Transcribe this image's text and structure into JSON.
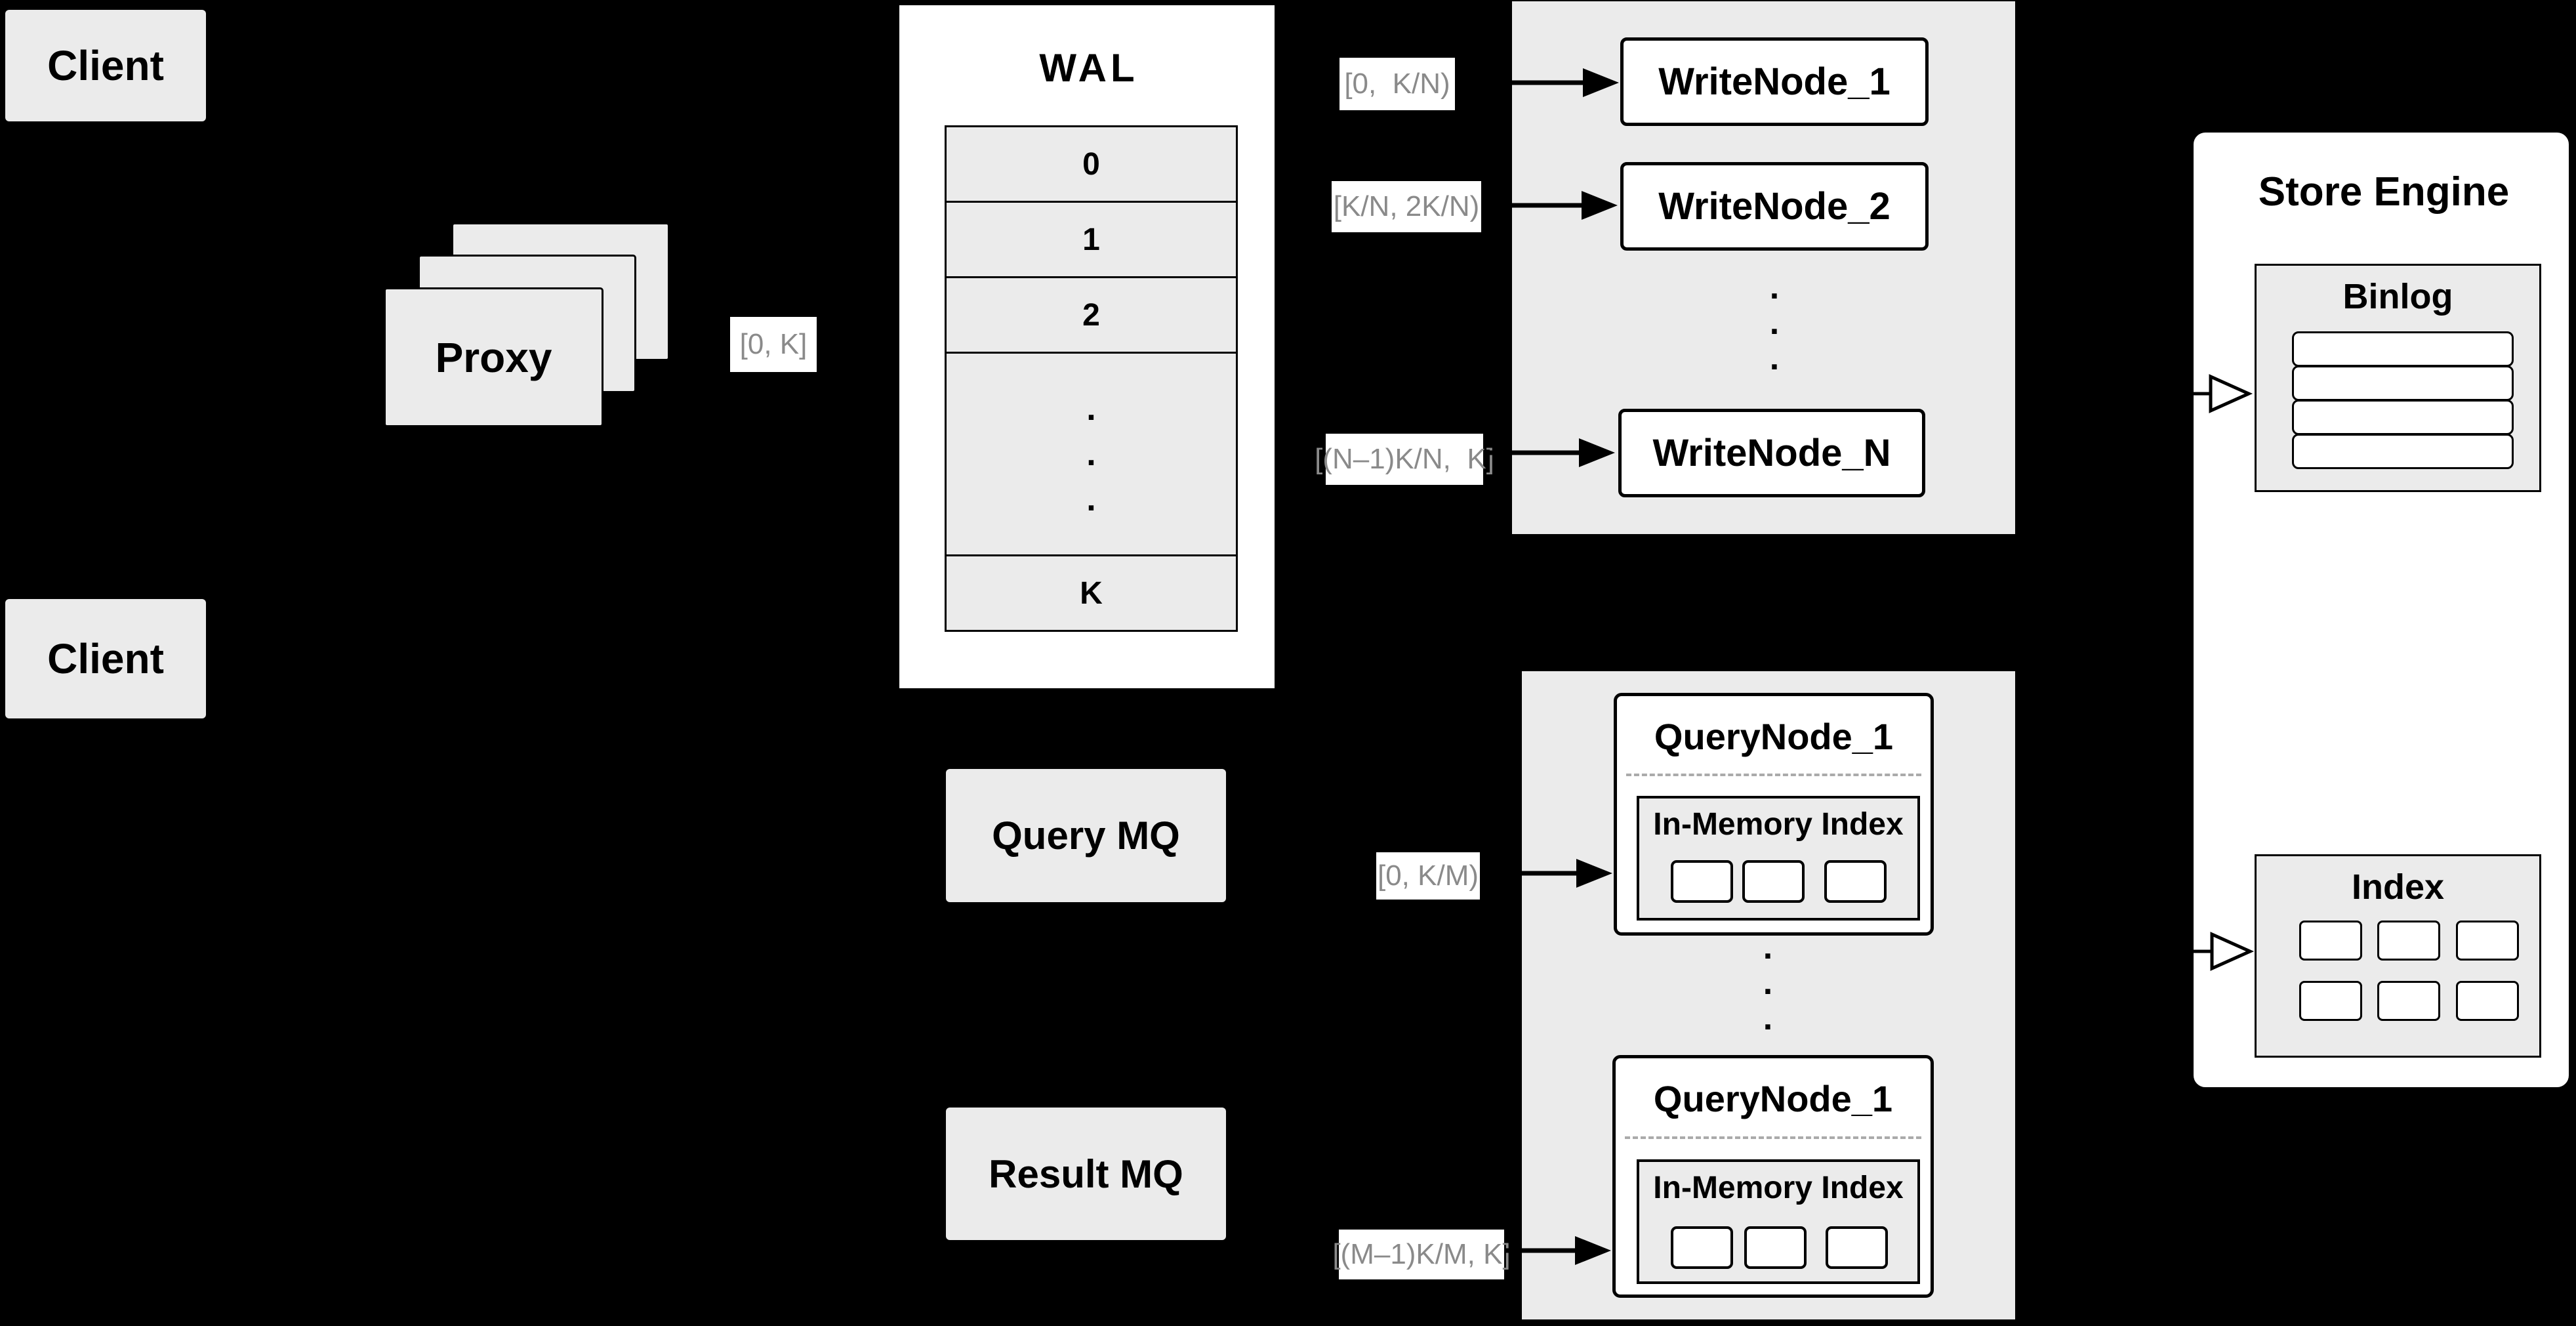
{
  "colors": {
    "background": "#000000",
    "panel_gray": "#ebebeb",
    "box_white": "#ffffff",
    "stroke_black": "#000000",
    "range_text_gray": "#8a8a8a",
    "dashed_gray": "#aaaaaa"
  },
  "clients": {
    "top_label": "Client",
    "bottom_label": "Client"
  },
  "proxy": {
    "label": "Proxy",
    "range_label": "[0, K]"
  },
  "wal": {
    "title": "WAL",
    "rows": [
      "0",
      "1",
      "2",
      "K"
    ],
    "dot": "."
  },
  "write_cluster": {
    "nodes": [
      "WriteNode_1",
      "WriteNode_2",
      "WriteNode_N"
    ],
    "ranges": [
      "[0,  K/N)",
      "[K/N, 2K/N)",
      "[(N–1)K/N,  K]"
    ],
    "dot": "."
  },
  "mq": {
    "query": "Query MQ",
    "result": "Result MQ"
  },
  "query_cluster": {
    "nodes": [
      {
        "title": "QueryNode_1",
        "subtitle": "In-Memory Index"
      },
      {
        "title": "QueryNode_1",
        "subtitle": "In-Memory Index"
      }
    ],
    "ranges": [
      "[0, K/M)",
      "[(M–1)K/M, K]"
    ],
    "dot": "."
  },
  "store_engine": {
    "title": "Store Engine",
    "binlog_title": "Binlog",
    "index_title": "Index"
  }
}
